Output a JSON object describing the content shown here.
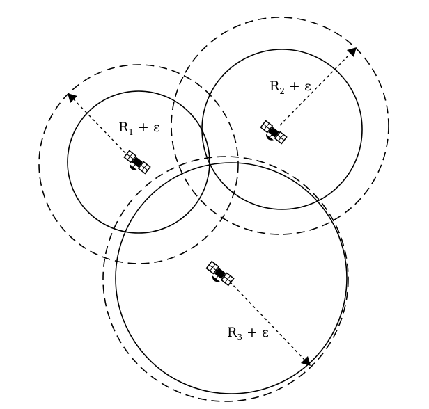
{
  "satellites": [
    {
      "name": "satellite-1",
      "icon": "satellite-icon",
      "label_main": "R",
      "label_sub": "1",
      "label_rest": " + ε"
    },
    {
      "name": "satellite-2",
      "icon": "satellite-icon",
      "label_main": "R",
      "label_sub": "2",
      "label_rest": " + ε"
    },
    {
      "name": "satellite-3",
      "icon": "satellite-icon",
      "label_main": "R",
      "label_sub": "3",
      "label_rest": " + ε"
    }
  ]
}
